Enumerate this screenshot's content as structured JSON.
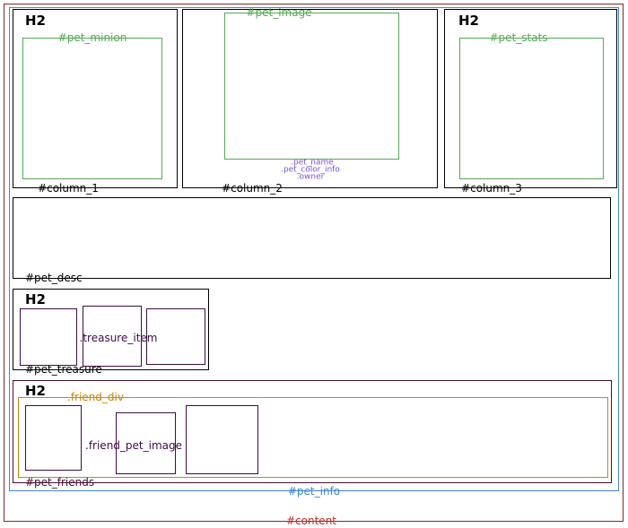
{
  "page": {
    "content_label": "#content",
    "pet_info_label": "#pet_info"
  },
  "columns": {
    "col1": {
      "heading": "H2",
      "label": "#column_1",
      "minion_label": "#pet_minion"
    },
    "col2": {
      "label": "#column_2",
      "image_label": "#pet_image",
      "pet_name": ".pet_name",
      "pet_color_info": ".pet_color_info",
      "owner": ".owner"
    },
    "col3": {
      "heading": "H2",
      "label": "#column_3",
      "stats_label": "#pet_stats"
    }
  },
  "desc": {
    "label": "#pet_desc"
  },
  "treasure": {
    "heading": "H2",
    "label": "#pet_treasure",
    "item_label": ".treasure_item"
  },
  "friends": {
    "heading": "H2",
    "label": "#pet_friends",
    "div_label": ".friend_div",
    "image_label": ".friend_pet_image"
  },
  "colors": {
    "content_border": "#7b2a2a",
    "content_label": "#c32b2b",
    "pet_info_blue": "#3f87d6",
    "section_border_black": "#000000",
    "green": "#55a855",
    "purple_text": "#7a52d4",
    "dark_purple": "#3d0c44",
    "friends_maroon": "#471031",
    "friend_div_orange": "#c8860b"
  }
}
